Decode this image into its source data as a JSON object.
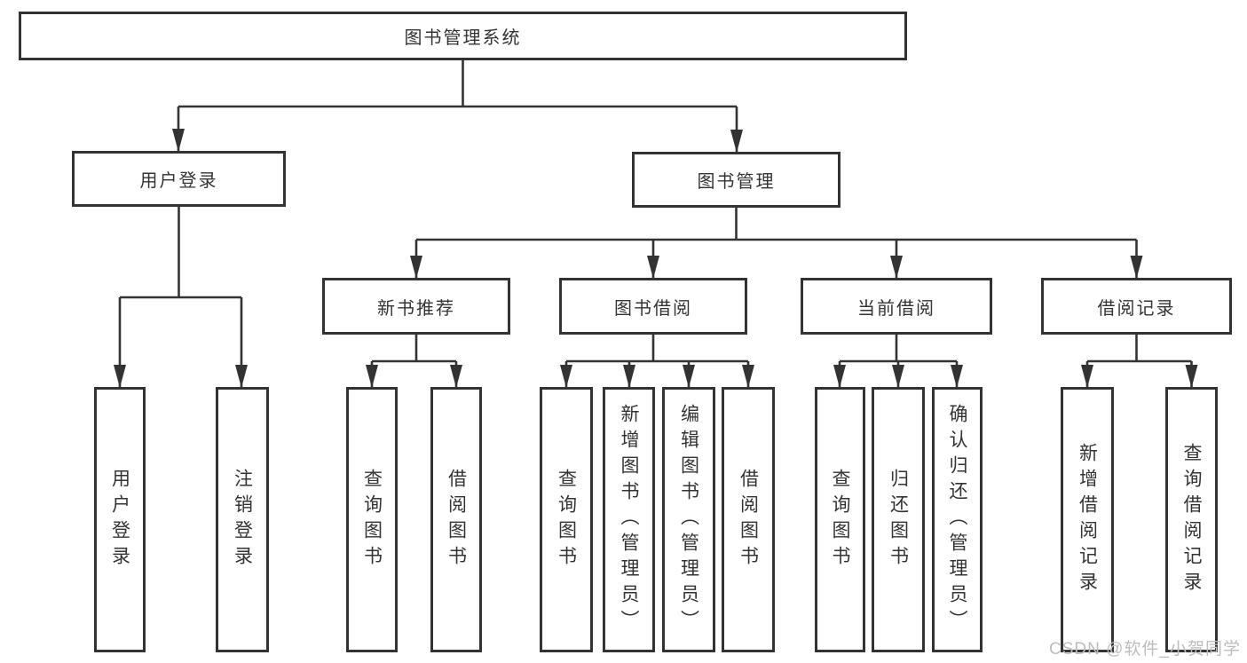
{
  "tree": {
    "root": {
      "label": "图书管理系统"
    },
    "level2": [
      {
        "label": "用户登录",
        "children": [
          {
            "label": "用户登录"
          },
          {
            "label": "注销登录"
          }
        ]
      },
      {
        "label": "图书管理",
        "children": [
          {
            "label": "新书推荐",
            "children": [
              {
                "label": "查询图书"
              },
              {
                "label": "借阅图书"
              }
            ]
          },
          {
            "label": "图书借阅",
            "children": [
              {
                "label": "查询图书"
              },
              {
                "label": "新增图书（管理员）"
              },
              {
                "label": "编辑图书（管理员）"
              },
              {
                "label": "借阅图书"
              }
            ]
          },
          {
            "label": "当前借阅",
            "children": [
              {
                "label": "查询图书"
              },
              {
                "label": "归还图书"
              },
              {
                "label": "确认归还（管理员）"
              }
            ]
          },
          {
            "label": "借阅记录",
            "children": [
              {
                "label": "新增借阅记录"
              },
              {
                "label": "查询借阅记录"
              }
            ]
          }
        ]
      }
    ]
  },
  "watermark": {
    "text": "CSDN @软件_小贺同学"
  },
  "colors": {
    "line": "#333333",
    "box_border": "#333333",
    "box_fill": "#ffffff",
    "text": "#333333",
    "background": "#ffffff",
    "watermark": "#bdbdbd"
  }
}
